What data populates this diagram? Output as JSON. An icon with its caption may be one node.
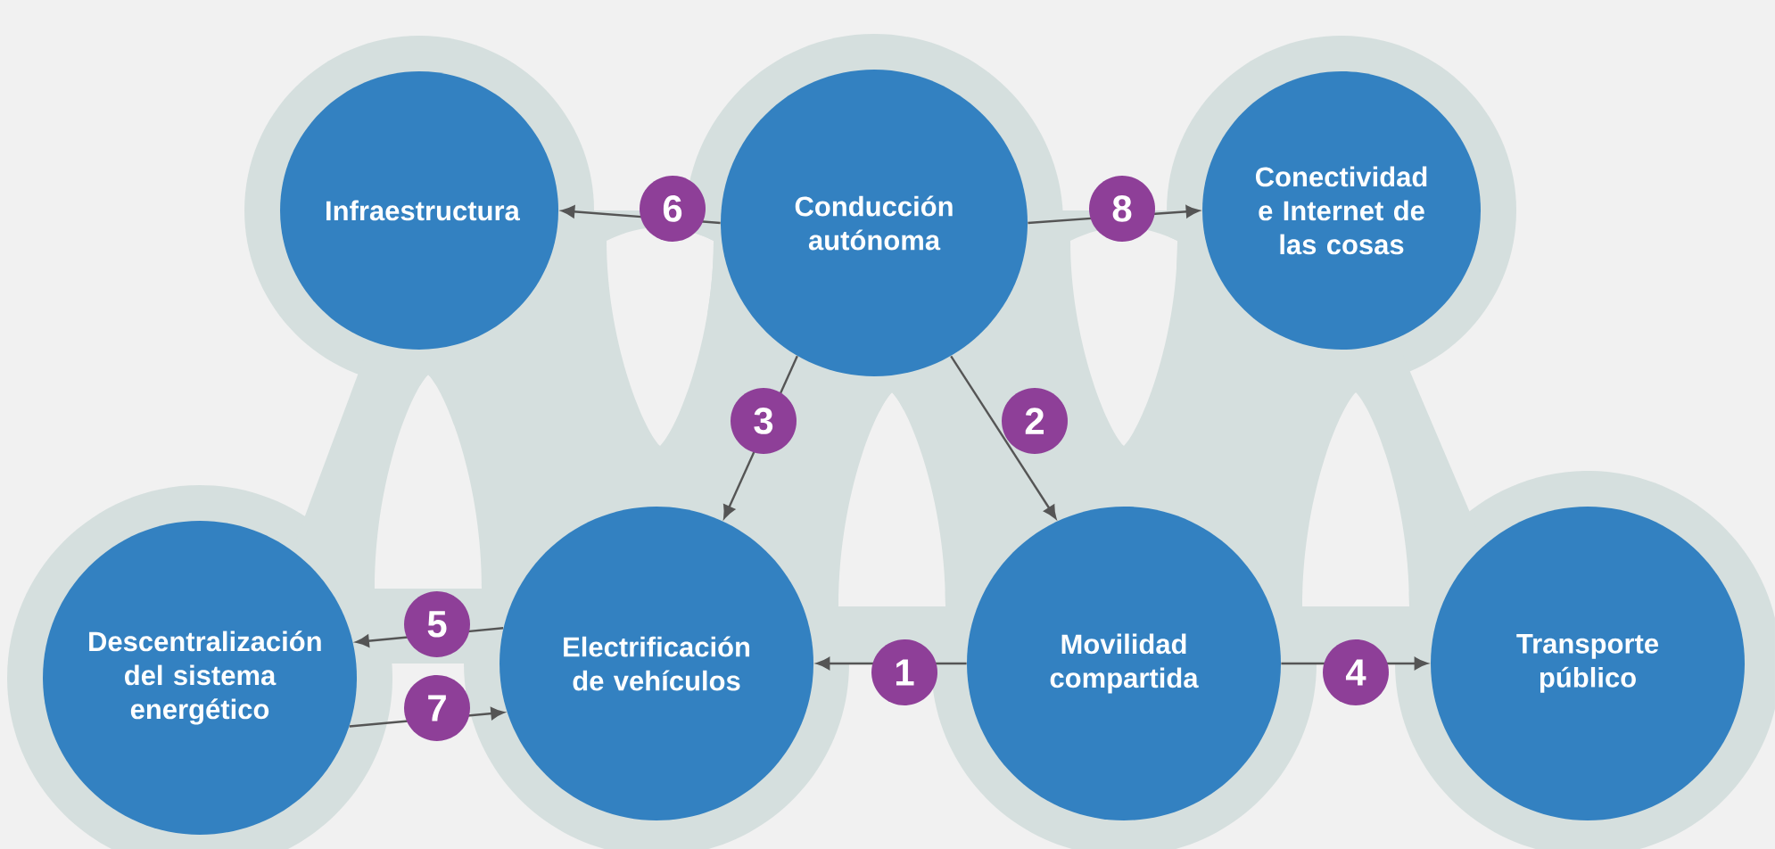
{
  "diagram": {
    "nodes": [
      {
        "text": [
          "Infraestructura"
        ]
      },
      {
        "text": [
          "Conducción autónoma"
        ]
      },
      {
        "text": [
          "Conectividad e Internet de las cosas"
        ]
      },
      {
        "text": [
          "Descentralización del sistema energético"
        ]
      },
      {
        "text": [
          "Electrificación de vehículos"
        ]
      },
      {
        "text": [
          "Movilidad compartida"
        ]
      },
      {
        "text": [
          "Transporte público"
        ]
      }
    ],
    "edges": [
      {
        "from": 1,
        "to": 0,
        "arrow": "to",
        "label": "6"
      },
      {
        "from": 1,
        "to": 2,
        "arrow": "to",
        "label": "8"
      },
      {
        "from": 1,
        "to": 4,
        "arrow": "to",
        "label": "3"
      },
      {
        "from": 1,
        "to": 5,
        "arrow": "to",
        "label": "2"
      },
      {
        "from": 4,
        "to": 3,
        "arrow": "to",
        "label": "5"
      },
      {
        "from": 3,
        "to": 4,
        "arrow": "to",
        "label": "7"
      },
      {
        "from": 5,
        "to": 4,
        "arrow": "to",
        "label": "1"
      },
      {
        "from": 5,
        "to": 6,
        "arrow": "to",
        "label": "4"
      }
    ]
  }
}
